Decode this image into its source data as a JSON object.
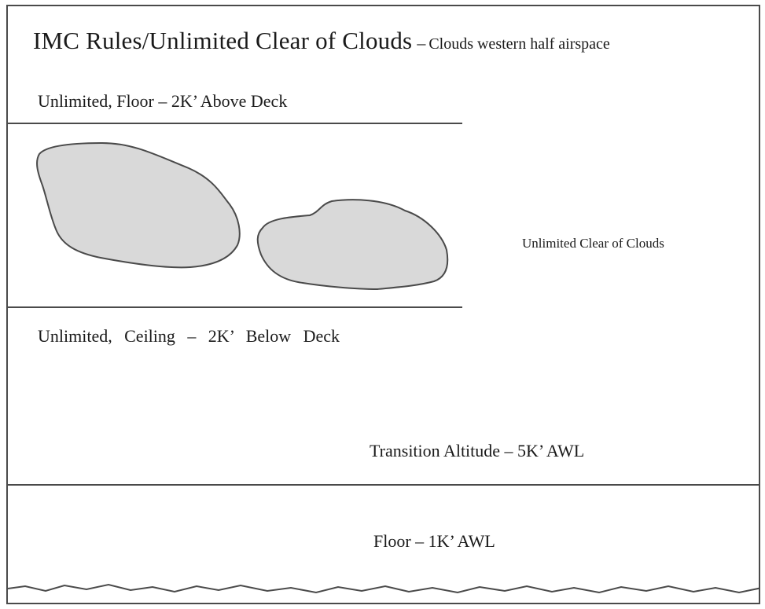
{
  "title": {
    "main": "IMC Rules/Unlimited Clear of Clouds",
    "dash": "–",
    "subtitle": "Clouds western half airspace"
  },
  "labels": {
    "upper_floor": "Unlimited, Floor – 2K’ Above Deck",
    "clear_of_clouds": "Unlimited Clear of Clouds",
    "ceiling": "Unlimited, Ceiling – 2K’ Below Deck",
    "transition_altitude": "Transition Altitude – 5K’ AWL",
    "floor": "Floor – 1K’ AWL"
  },
  "colors": {
    "cloud_fill": "#d9d9d9",
    "cloud_stroke": "#4a4a4a",
    "line": "#4a4a4a"
  }
}
